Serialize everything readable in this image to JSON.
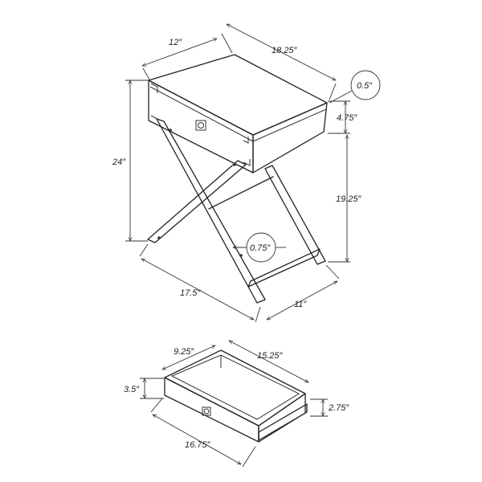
{
  "table": {
    "depth": "12″",
    "width": "18.25″",
    "top_thickness": "0.5″",
    "drawer_front_height": "4.75″",
    "overall_height": "24″",
    "leg_clearance_height": "19.25″",
    "leg_thickness": "0.75″",
    "base_width": "17.5″",
    "base_depth": "11″"
  },
  "drawer": {
    "inner_depth": "9.25″",
    "inner_width": "15.25″",
    "outer_height": "3.5″",
    "inner_height": "2.75″",
    "outer_width": "16.75″"
  }
}
